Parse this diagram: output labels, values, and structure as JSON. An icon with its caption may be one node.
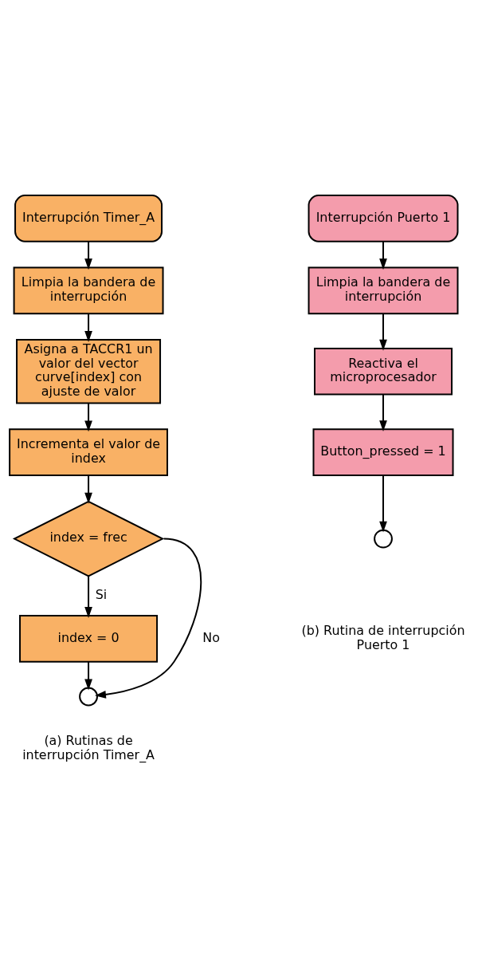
{
  "diagram": {
    "nodes": [
      {
        "text": [
          "Interrupción Timer_A"
        ]
      },
      {
        "text": [
          "Limpia la bandera de interrupción"
        ]
      },
      {
        "text": [
          "Asigna a TACCR1 un valor del vector curve[index] con ajuste de valor"
        ]
      },
      {
        "text": [
          "Incrementa el valor de index"
        ]
      },
      {
        "text": [
          "index = frec"
        ]
      },
      {
        "text": [
          "index = 0"
        ]
      },
      {
        "text": [],
        "shape": "circle"
      },
      {
        "text": [
          "Interrupción Puerto 1"
        ]
      },
      {
        "text": [
          "Limpia la bandera de interrupción"
        ]
      },
      {
        "text": [
          "Reactiva el microprocesador"
        ]
      },
      {
        "text": [
          "Button_pressed = 1"
        ]
      },
      {
        "text": [],
        "shape": "circle"
      }
    ],
    "edges": [
      {
        "from": 0,
        "to": 1,
        "arrow": "to"
      },
      {
        "from": 1,
        "to": 2,
        "arrow": "to"
      },
      {
        "from": 2,
        "to": 3,
        "arrow": "to"
      },
      {
        "from": 3,
        "to": 4,
        "arrow": "to"
      },
      {
        "from": 4,
        "to": 5,
        "arrow": "to",
        "label": "Si"
      },
      {
        "from": 4,
        "to": 6,
        "arrow": "to",
        "label": "No"
      },
      {
        "from": 5,
        "to": 6,
        "arrow": "to"
      },
      {
        "from": 7,
        "to": 8,
        "arrow": "to"
      },
      {
        "from": 8,
        "to": 9,
        "arrow": "to"
      },
      {
        "from": 9,
        "to": 10,
        "arrow": "to"
      },
      {
        "from": 10,
        "to": 11,
        "arrow": "to"
      }
    ],
    "labels": [
      "(a) Rutinas de interrupción Timer_A",
      "(b) Rutina de interrupción Puerto 1"
    ]
  }
}
